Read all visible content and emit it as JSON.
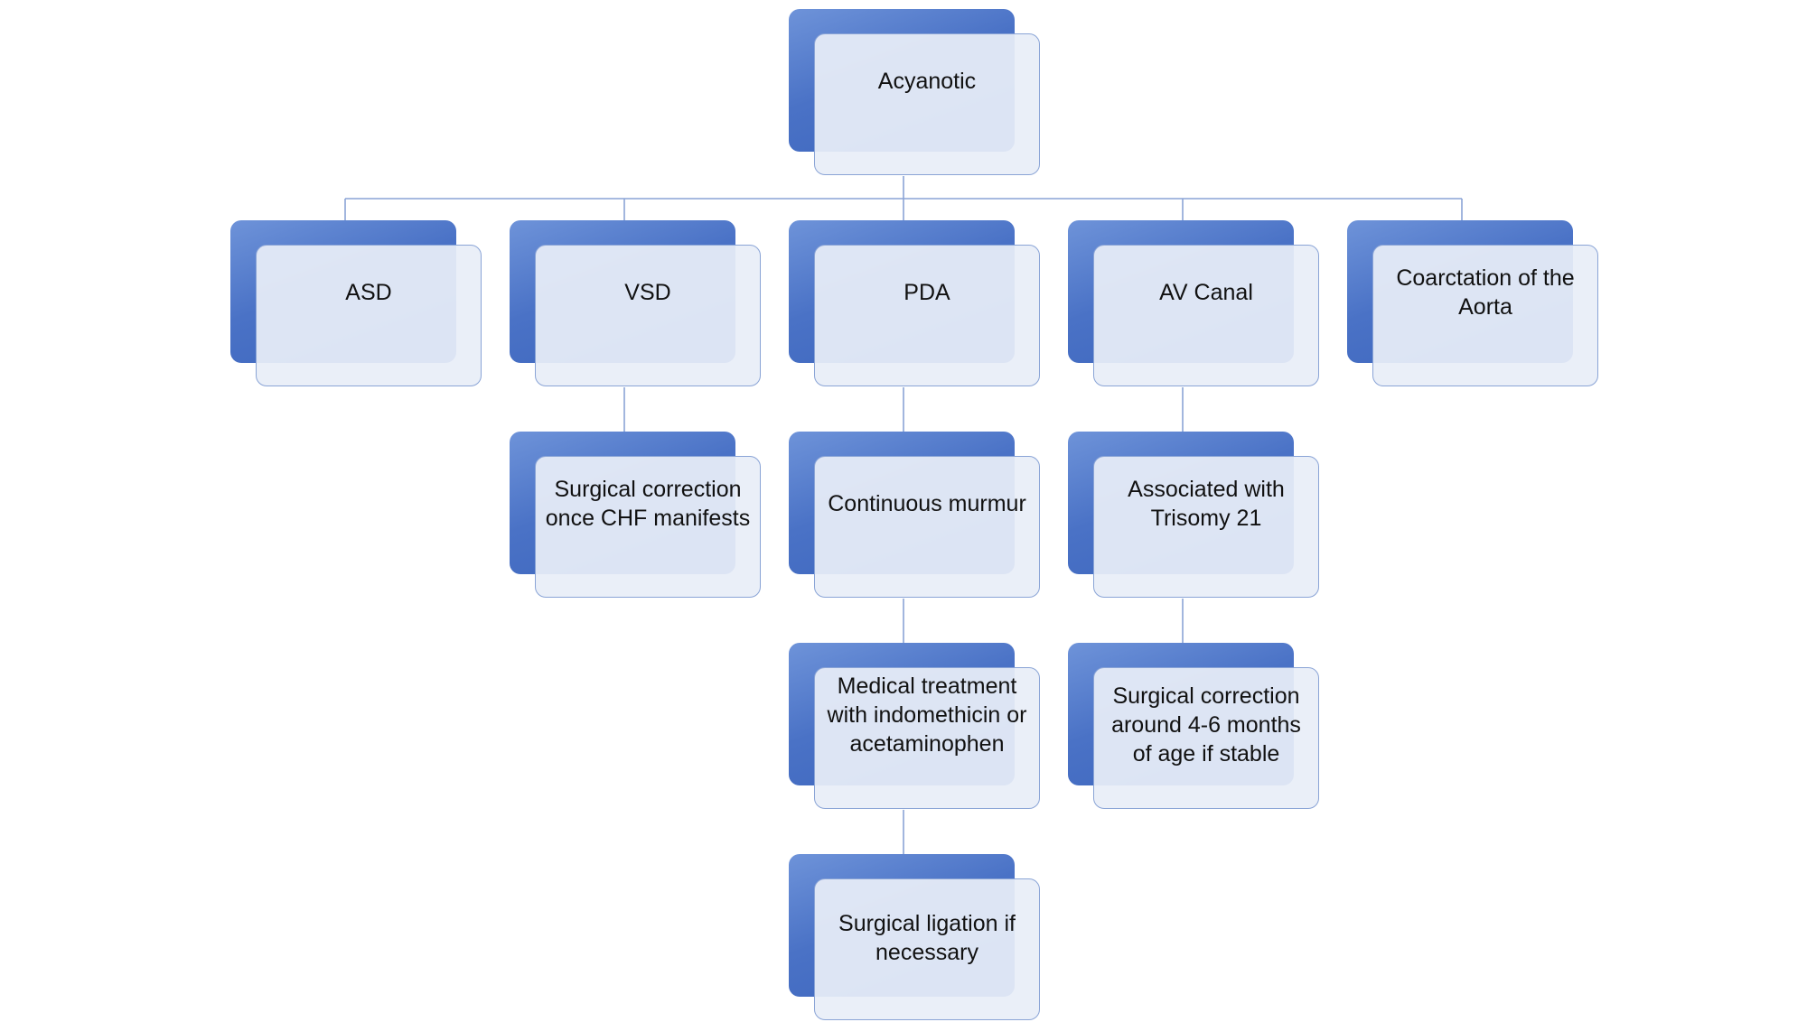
{
  "colors": {
    "accent_dark": "#3c65bd",
    "accent_light": "#6e93d9",
    "panel_fill": "#e8eef8",
    "panel_border": "#8aa4d6",
    "connector": "#8aa4d6",
    "text": "#111111"
  },
  "diagram": {
    "root": {
      "label": "Acyanotic"
    },
    "children": [
      {
        "label": "ASD"
      },
      {
        "label": "VSD"
      },
      {
        "label": "PDA"
      },
      {
        "label": "AV Canal"
      },
      {
        "label": "Coarctation of the Aorta"
      }
    ],
    "vsd_branch": [
      {
        "label": "Surgical correction once CHF manifests"
      }
    ],
    "pda_branch": [
      {
        "label": "Continuous murmur"
      },
      {
        "label": "Medical treatment with indomethicin or acetaminophen"
      },
      {
        "label": "Surgical ligation if necessary"
      }
    ],
    "av_canal_branch": [
      {
        "label": "Associated with Trisomy 21"
      },
      {
        "label": "Surgical correction around 4-6 months of age if stable"
      }
    ]
  }
}
